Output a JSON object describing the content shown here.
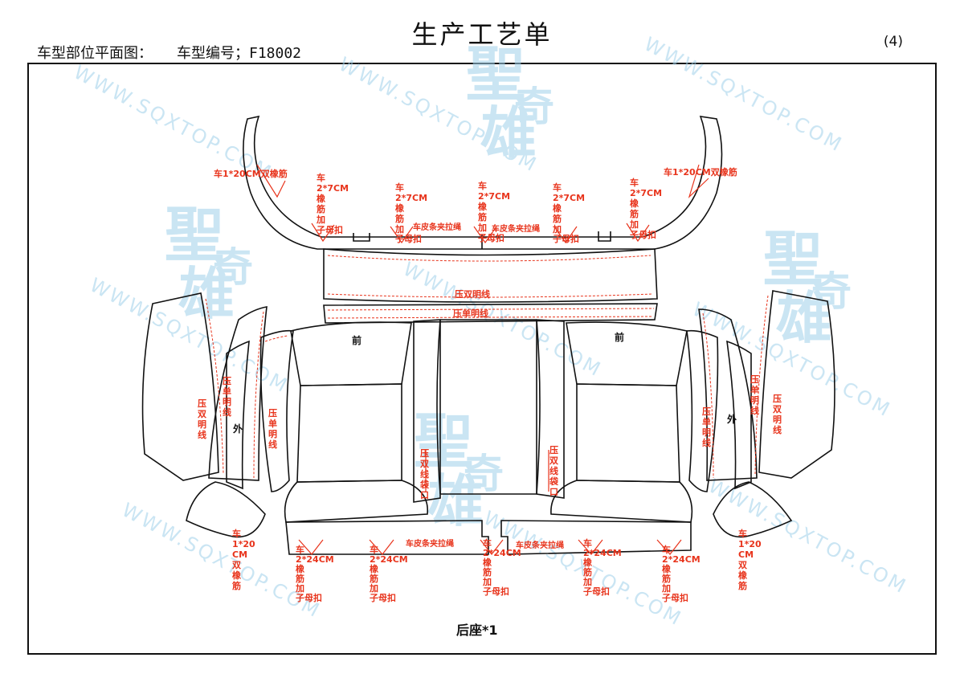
{
  "header": {
    "title": "生产工艺单",
    "page_number": "(4)",
    "plan_label": "车型部位平面图：",
    "model_label": "车型编号；F18002"
  },
  "watermark": {
    "url": "WWW.SQXTOP.COM",
    "logo_chars": [
      "聖",
      "奇",
      "雄"
    ]
  },
  "colors": {
    "annotation": "#e8341c",
    "outline": "#111111",
    "watermark": "#9fd0ea"
  },
  "labels": {
    "top_left_elastic": "车1*20CM双橡筋",
    "top_right_elastic": "车1*20CM双橡筋",
    "top_seg": [
      "车",
      "2*7CM",
      "橡",
      "筋",
      "加",
      "子母扣"
    ],
    "top_seg2": [
      "车",
      "2*7CM",
      "橡",
      "筋",
      "加",
      "子母扣"
    ],
    "top_seg3": [
      "车",
      "2*7CM",
      "橡",
      "筋",
      "加",
      "子母扣"
    ],
    "top_seg4": [
      "车",
      "2*7CM",
      "橡",
      "筋",
      "加",
      "子母扣"
    ],
    "top_seg5": [
      "车",
      "2*7CM",
      "橡",
      "筋",
      "加",
      "子母扣"
    ],
    "top_zip_left": "车皮条夹拉绳",
    "top_zip_right": "车皮条夹拉绳",
    "double_line": "压双明线",
    "single_line": "压单明线",
    "front_left": "前",
    "front_right": "前",
    "outer_left": "外",
    "outer_right": "外",
    "side_double": [
      "压",
      "双",
      "明",
      "线"
    ],
    "side_single": [
      "压",
      "单",
      "明",
      "线"
    ],
    "pocket": [
      "压",
      "双",
      "线",
      "袋",
      "口"
    ],
    "bottom_zip_left": "车皮条夹拉绳",
    "bottom_zip_right": "车皮条夹拉绳",
    "bottom_seg": [
      "车",
      "2*24CM",
      "橡",
      "筋",
      "加",
      "子母扣"
    ],
    "corner_elastic": [
      "车",
      "1*20",
      "CM",
      "双",
      "橡",
      "筋"
    ],
    "caption": "后座*1"
  }
}
